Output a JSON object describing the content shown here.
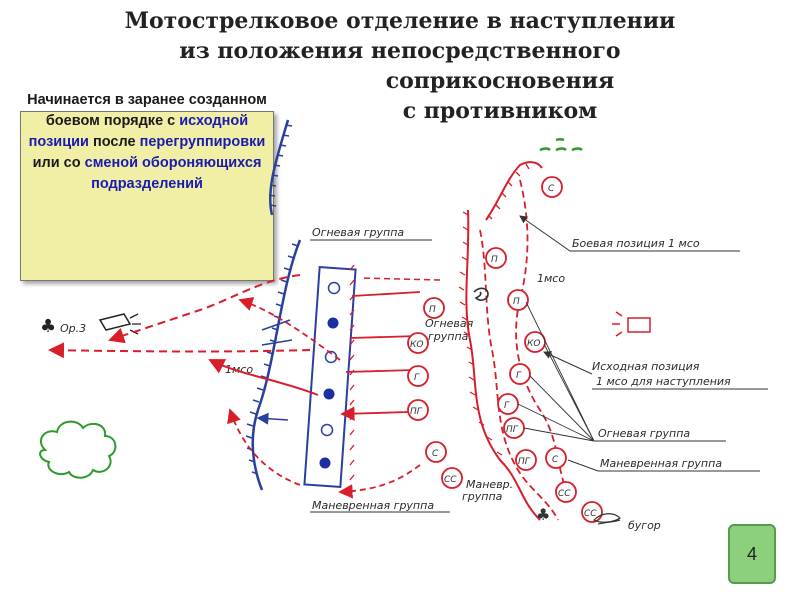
{
  "title": {
    "line1": "Мотострелковое отделение в наступлении",
    "line2": "из положения непосредственного",
    "line3": "соприкосновения",
    "line4": "с противником"
  },
  "note": {
    "part1": "Начинается в заранее созданном боевом порядке с",
    "part2": "исходной позиции",
    "part3": "после",
    "part4": "перегруппировки",
    "part5": "или со",
    "part6": "сменой обороняющихся",
    "part7": "подразделений"
  },
  "labels": {
    "fire_group_left": "Огневая группа",
    "maneuver_group_left": "Маневренная группа",
    "mso_left": "1мсо",
    "or3": "Ор.3",
    "fire_group_mid_1": "Огневая",
    "fire_group_mid_2": "группа",
    "maneuver_group_mid_1": "Маневр.",
    "maneuver_group_mid_2": "группа",
    "mso_right": "1мсо",
    "battle_position": "Боевая позиция 1 мсо",
    "start_position_1": "Исходная позиция",
    "start_position_2": "1 мсо для наступления",
    "fire_group_right": "Огневая группа",
    "maneuver_group_right": "Маневренная группа",
    "hill": "бугор"
  },
  "circles": {
    "p": "П",
    "ko": "КО",
    "g": "Г",
    "pg": "ПГ",
    "s": "С",
    "ss": "СС"
  },
  "page_number": "4",
  "colors": {
    "red": "#d81e2a",
    "blue": "#2b3f9e",
    "note_bg": "#f1efa6",
    "badge": "#8ccf7d",
    "cloud": "#2e9a2e"
  }
}
